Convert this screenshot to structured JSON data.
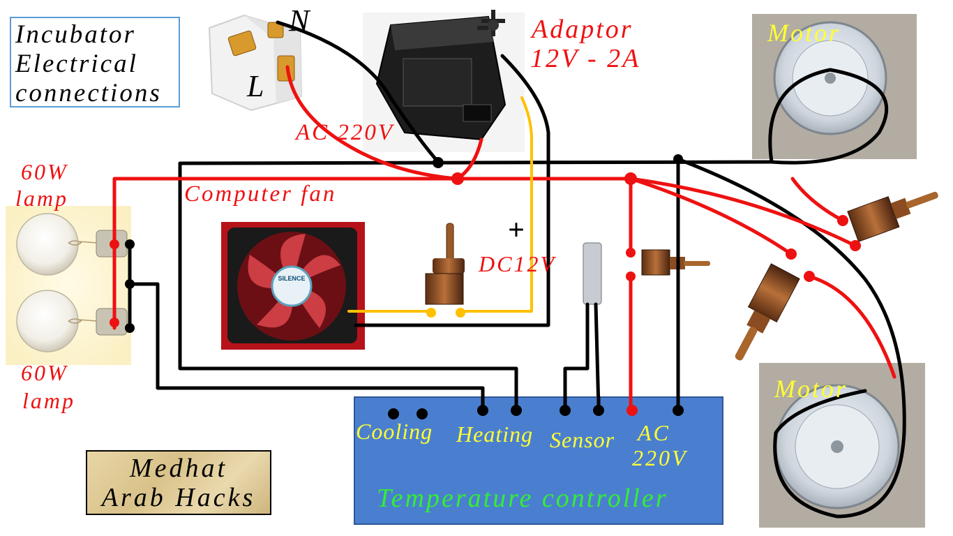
{
  "title": {
    "line1": "Incubator",
    "line2": "Electrical",
    "line3": "connections"
  },
  "plug": {
    "neutral_label": "N",
    "live_label": "L"
  },
  "adaptor": {
    "line1": "Adaptor",
    "line2": "12V - 2A"
  },
  "ac_input_label": "AC 220V",
  "lamps": {
    "top_label_1": "60W",
    "top_label_2": "lamp",
    "bottom_label_1": "60W",
    "bottom_label_2": "lamp"
  },
  "fan": {
    "label": "Computer fan",
    "brand": "SILENCE"
  },
  "dc": {
    "plus": "+",
    "label": "DC12V"
  },
  "motors": {
    "top_label": "Motor",
    "bottom_label": "Motor"
  },
  "controller": {
    "cooling": "Cooling",
    "heating": "Heating",
    "sensor": "Sensor",
    "ac_line1": "AC",
    "ac_line2": "220V",
    "name": "Temperature controller"
  },
  "credit": {
    "line1": "Medhat",
    "line2": "Arab Hacks"
  },
  "colors": {
    "live_wire": "#ee1111",
    "neutral_wire": "#000000",
    "dc_wire": "#ffc000",
    "controller_fill": "#4a7fd0",
    "label_red": "#ee1111",
    "label_yellow": "#ffff33",
    "label_green": "#33ee33"
  }
}
